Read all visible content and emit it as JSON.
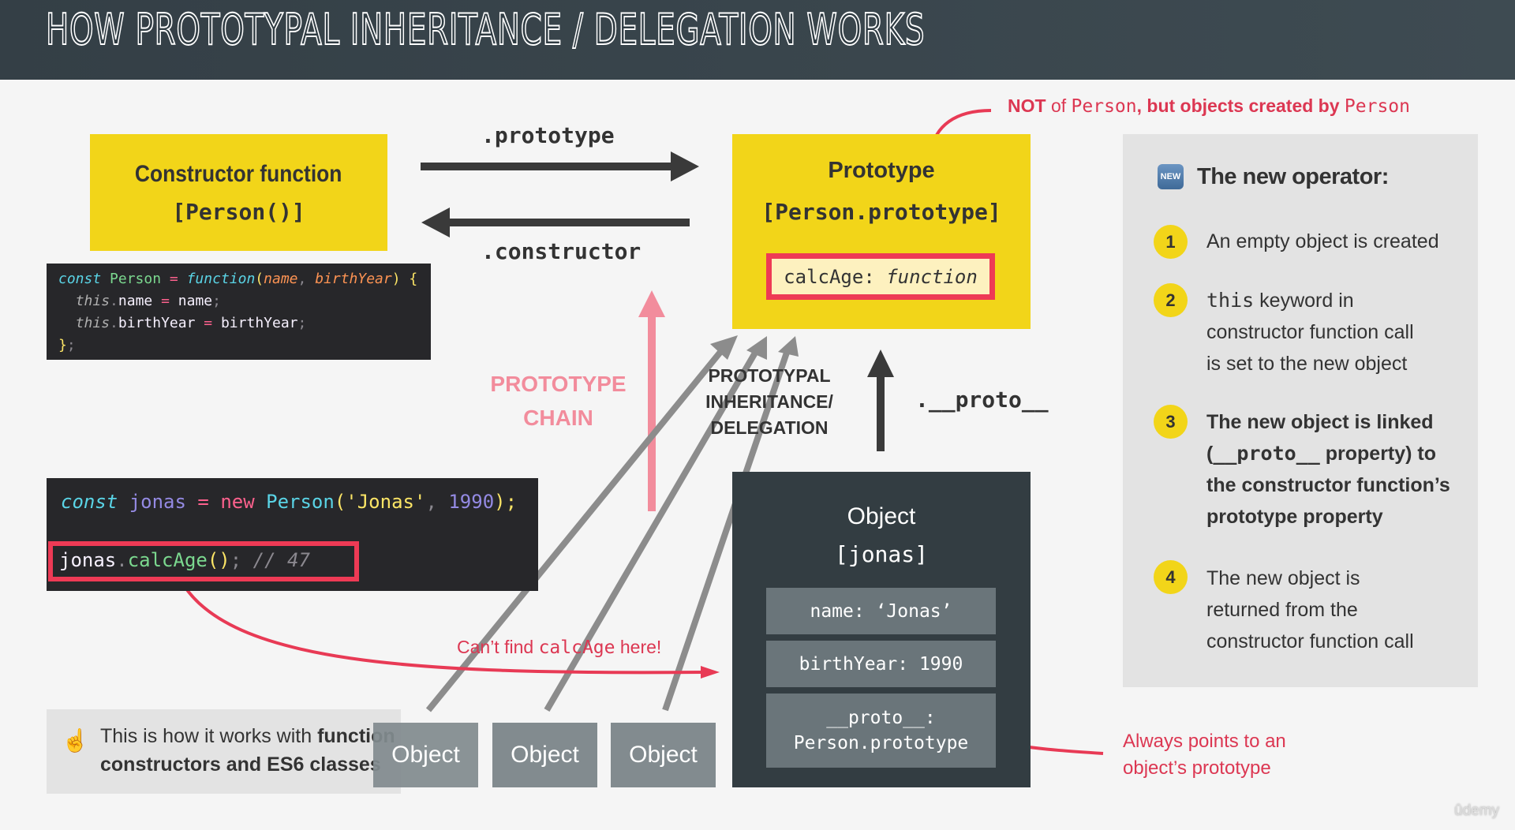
{
  "header": {
    "title": "HOW PROTOTYPAL INHERITANCE / DELEGATION WORKS"
  },
  "constructor_box": {
    "title": "Constructor function",
    "subtitle": "[Person()]"
  },
  "code_constructor": {
    "line1": {
      "kw": "const",
      "name": "Person",
      "eq": "=",
      "fn": "function",
      "open": "(",
      "p1": "name",
      "comma": ",",
      "p2": "birthYear",
      "close": ")",
      "brace": "{"
    },
    "line2": {
      "this": "this",
      "dot": ".",
      "prop": "name",
      "eq": "=",
      "val": "name",
      "semi": ";"
    },
    "line3": {
      "this": "this",
      "dot": ".",
      "prop": "birthYear",
      "eq": "=",
      "val": "birthYear",
      "semi": ";"
    },
    "line4": {
      "brace": "}",
      "semi": ";"
    }
  },
  "code_instance": {
    "line1": {
      "kw": "const",
      "var": "jonas",
      "eq": "=",
      "new": "new",
      "cls": "Person",
      "open": "(",
      "str": "'Jonas'",
      "comma": ",",
      "num": "1990",
      "close": ")",
      "semi": ";"
    },
    "line2": {
      "obj": "jonas",
      "dot": ".",
      "method": "calcAge",
      "parens": "()",
      "semi": ";",
      "comment": "// 47"
    }
  },
  "arrows": {
    "prototype_label": ".prototype",
    "constructor_label": ".constructor",
    "proto_label": ".__proto__",
    "prototype_chain_label": [
      "PROTOTYPE",
      "CHAIN"
    ],
    "delegation_label": [
      "PROTOTYPAL",
      "INHERITANCE/",
      "DELEGATION"
    ]
  },
  "prototype_box": {
    "title": "Prototype",
    "subtitle": "[Person.prototype]",
    "method_key": "calcAge:",
    "method_value": "function"
  },
  "object_box": {
    "title": "Object",
    "subtitle": "[jonas]",
    "fields": [
      "name: ‘Jonas’",
      "birthYear: 1990",
      "__proto__:",
      "Person.prototype"
    ]
  },
  "annotations": {
    "not_of_person": {
      "p1": "NOT",
      "p2": " of ",
      "p3": "Person",
      "p4": ", but objects created by ",
      "p5": "Person"
    },
    "cant_find": {
      "p1": "Can’t find ",
      "p2": "calcAge",
      "p3": " here!"
    },
    "always_points": [
      "Always points to an",
      "object’s prototype"
    ]
  },
  "new_operator_panel": {
    "icon": "NEW",
    "title": "The new operator:",
    "steps": [
      {
        "num": "1",
        "lines": [
          "An empty object is created"
        ]
      },
      {
        "num": "2",
        "code": "this",
        "lines": [
          " keyword in",
          "constructor function call",
          "is set to the new object"
        ]
      },
      {
        "num": "3",
        "lines": [
          "The new object is linked",
          "(",
          "__proto__",
          " property) to",
          "the constructor function’s",
          "prototype property"
        ]
      },
      {
        "num": "4",
        "lines": [
          "The new object is",
          "returned from the",
          "constructor function call"
        ]
      }
    ]
  },
  "bottom_note": {
    "icon": "☝",
    "line1_a": "This is how it works with ",
    "line1_b": "function",
    "line2": "constructors and ES6 classes"
  },
  "other_objects": [
    "Object",
    "Object",
    "Object"
  ],
  "watermark": "ûdemy",
  "colors": {
    "yellow": "#f2d519",
    "red": "#dc3752",
    "pink": "#f28c9c",
    "dark_slate": "#333d42",
    "arrow_dark": "#3a3a3a",
    "arrow_gray": "#8c8c8c"
  }
}
